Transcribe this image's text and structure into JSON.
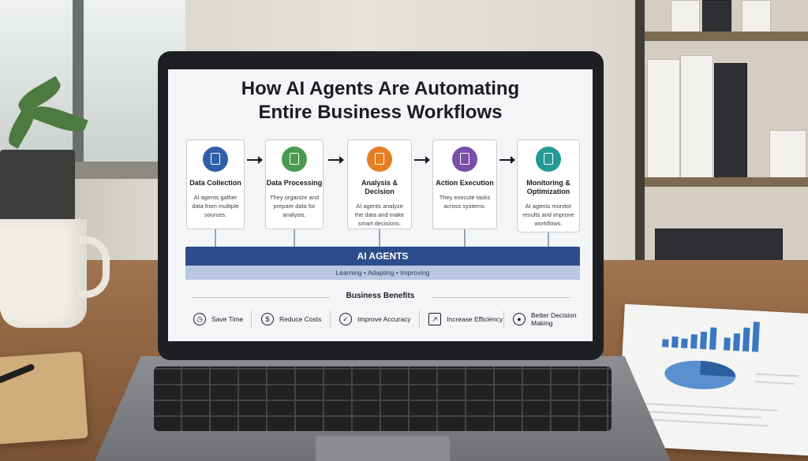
{
  "screen": {
    "title_line1": "How AI Agents Are Automating",
    "title_line2": "Entire Business Workflows",
    "steps": [
      {
        "title": "Data Collection",
        "desc": "AI agents gather data from multiple sources.",
        "color": "#2f5fa8",
        "icon": "document-icon"
      },
      {
        "title": "Data Processing",
        "desc": "They organize and prepare data for analysis.",
        "color": "#4a9a4f",
        "icon": "processing-icon"
      },
      {
        "title": "Analysis & Decision",
        "desc": "AI agents analyze the data and make smart decisions.",
        "color": "#e67d22",
        "icon": "bar-chart-icon"
      },
      {
        "title": "Action Execution",
        "desc": "They execute tasks across systems.",
        "color": "#7a4fa8",
        "icon": "gear-icon"
      },
      {
        "title": "Monitoring & Optimization",
        "desc": "AI agents monitor results and improve workflows.",
        "color": "#239a96",
        "icon": "line-chart-icon"
      }
    ],
    "agents_band": "AI AGENTS",
    "agents_sub": "Learning • Adapting • Improving",
    "benefits_title": "Business Benefits",
    "benefits": [
      {
        "label": "Save Time",
        "icon": "clock-icon",
        "glyph": "◷"
      },
      {
        "label": "Reduce Costs",
        "icon": "dollar-icon",
        "glyph": "$"
      },
      {
        "label": "Improve Accuracy",
        "icon": "check-icon",
        "glyph": "✓"
      },
      {
        "label": "Increase Efficiency",
        "icon": "growth-icon",
        "glyph": "↗"
      },
      {
        "label": "Better Decision Making",
        "icon": "person-icon",
        "glyph": "●"
      }
    ]
  },
  "colors": {
    "band": "#2c4d8c",
    "band_sub": "#b9c8e0",
    "screen_bg": "#f4f5f7"
  }
}
